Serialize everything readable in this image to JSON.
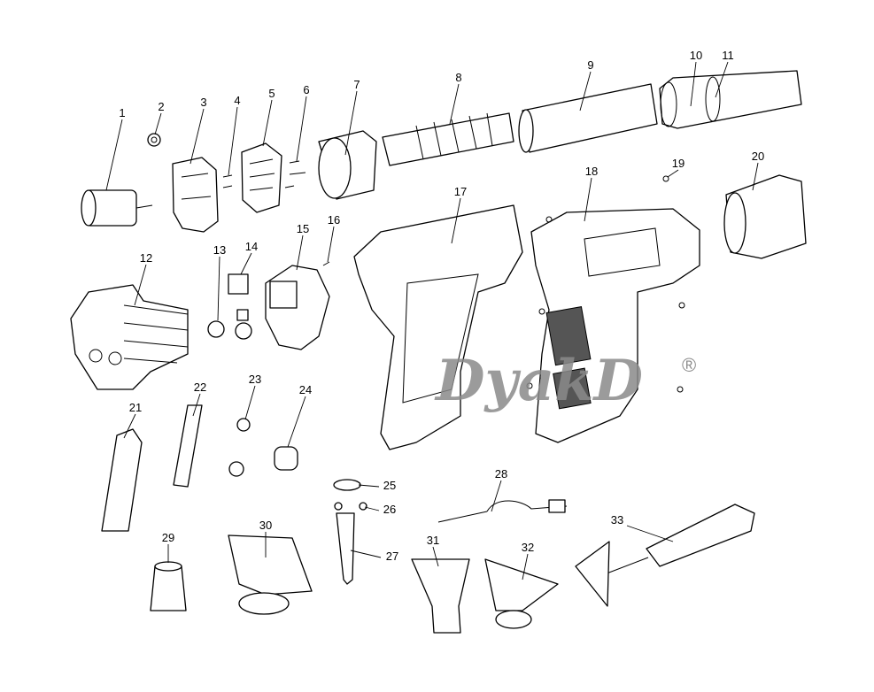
{
  "diagram": {
    "part_labels": [
      "1",
      "2",
      "3",
      "4",
      "5",
      "6",
      "7",
      "8",
      "9",
      "10",
      "11",
      "12",
      "13",
      "14",
      "15",
      "16",
      "17",
      "18",
      "19",
      "20",
      "21",
      "22",
      "23",
      "24",
      "25",
      "26",
      "27",
      "28",
      "29",
      "30",
      "31",
      "32",
      "33"
    ],
    "watermark": {
      "text": "DyakD",
      "registered_mark": "®"
    }
  }
}
